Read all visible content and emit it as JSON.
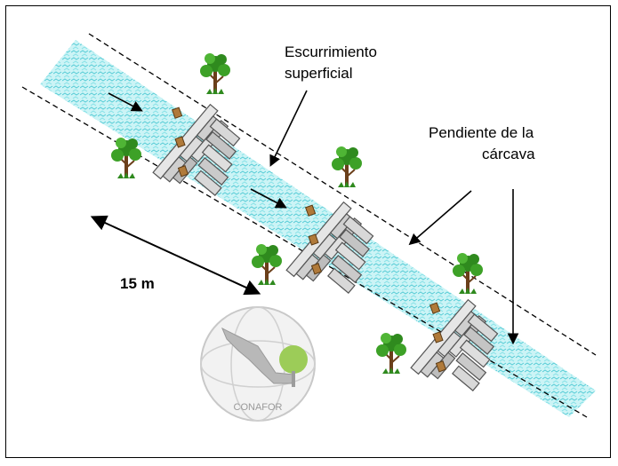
{
  "labels": {
    "runoff_line1": "Escurrimiento",
    "runoff_line2": "superficial",
    "slope_line1": "Pendiente de  la",
    "slope_line2": "cárcava",
    "distance": "15 m"
  },
  "logo": {
    "text": "CONAFOR"
  },
  "colors": {
    "water": "#7fe0e6",
    "water_dark": "#4cc9d4",
    "stone_light": "#e6e6e6",
    "stone_mid": "#b4b4b4",
    "stone_dark": "#555555",
    "stake": "#b07a3a",
    "tree_green": "#2f8a1e",
    "tree_trunk": "#6b3f1a",
    "logo_gray": "#b8b8b8",
    "logo_green": "#9ccc58"
  }
}
